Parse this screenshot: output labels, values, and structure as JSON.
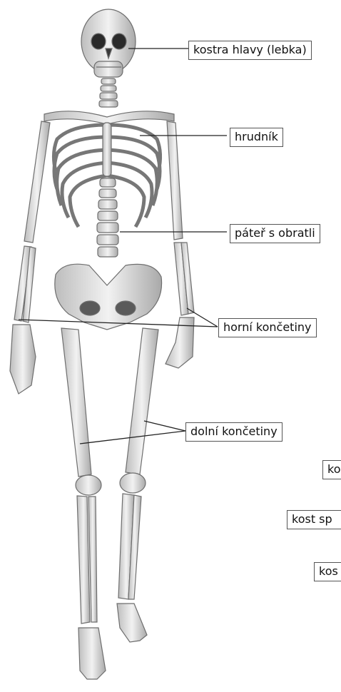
{
  "labels": {
    "skull": "kostra hlavy (lebka)",
    "chest": "hrudník",
    "spine": "páteř s obratli",
    "upper_limbs": "horní končetiny",
    "lower_limbs": "dolní končetiny"
  },
  "cut_labels": {
    "c1": "ko",
    "c2": "kost sp",
    "c3": "kos"
  },
  "colors": {
    "bone": "#e2e2e2",
    "bone_shadow": "#8a8a8a",
    "line": "#222222"
  }
}
